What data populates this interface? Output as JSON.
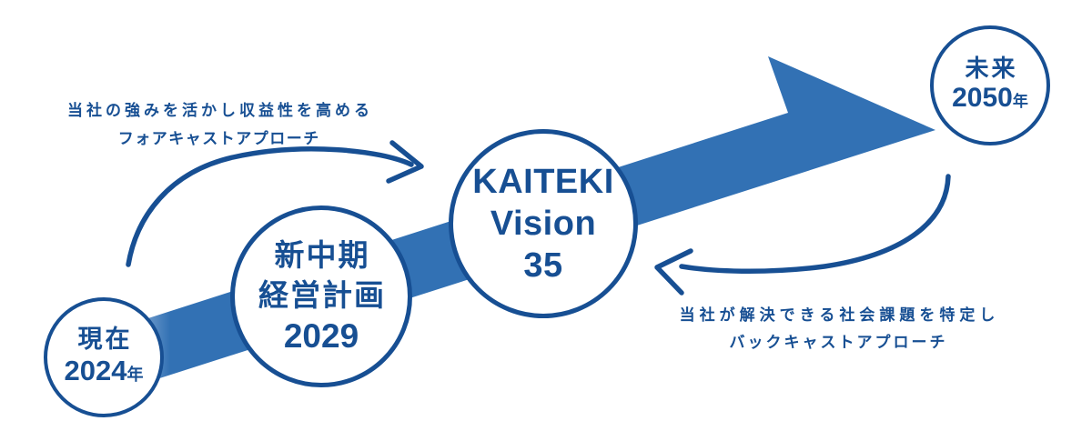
{
  "colors": {
    "band_blue": "#3271b4",
    "band_fade": "#9dbbdd",
    "ink_navy": "#174f93",
    "background": "#ffffff"
  },
  "annotations": {
    "forecast": {
      "line1": "当社の強みを活かし収益性を高める",
      "line2": "フォアキャストアプローチ"
    },
    "backcast": {
      "line1": "当社が解決できる社会課題を特定し",
      "line2": "バックキャストアプローチ"
    }
  },
  "milestones": [
    {
      "id": "present",
      "label_lines": [
        "現在"
      ],
      "year": "2024",
      "year_suffix": "年"
    },
    {
      "id": "new-midterm-plan",
      "label_lines": [
        "新中期",
        "経営計画"
      ],
      "year": "2029",
      "year_suffix": ""
    },
    {
      "id": "kaiteki-vision-35",
      "label_lines": [
        "KAITEKI",
        "Vision",
        "35"
      ],
      "year": "",
      "year_suffix": ""
    },
    {
      "id": "future",
      "label_lines": [
        "未来"
      ],
      "year": "2050",
      "year_suffix": "年"
    }
  ]
}
